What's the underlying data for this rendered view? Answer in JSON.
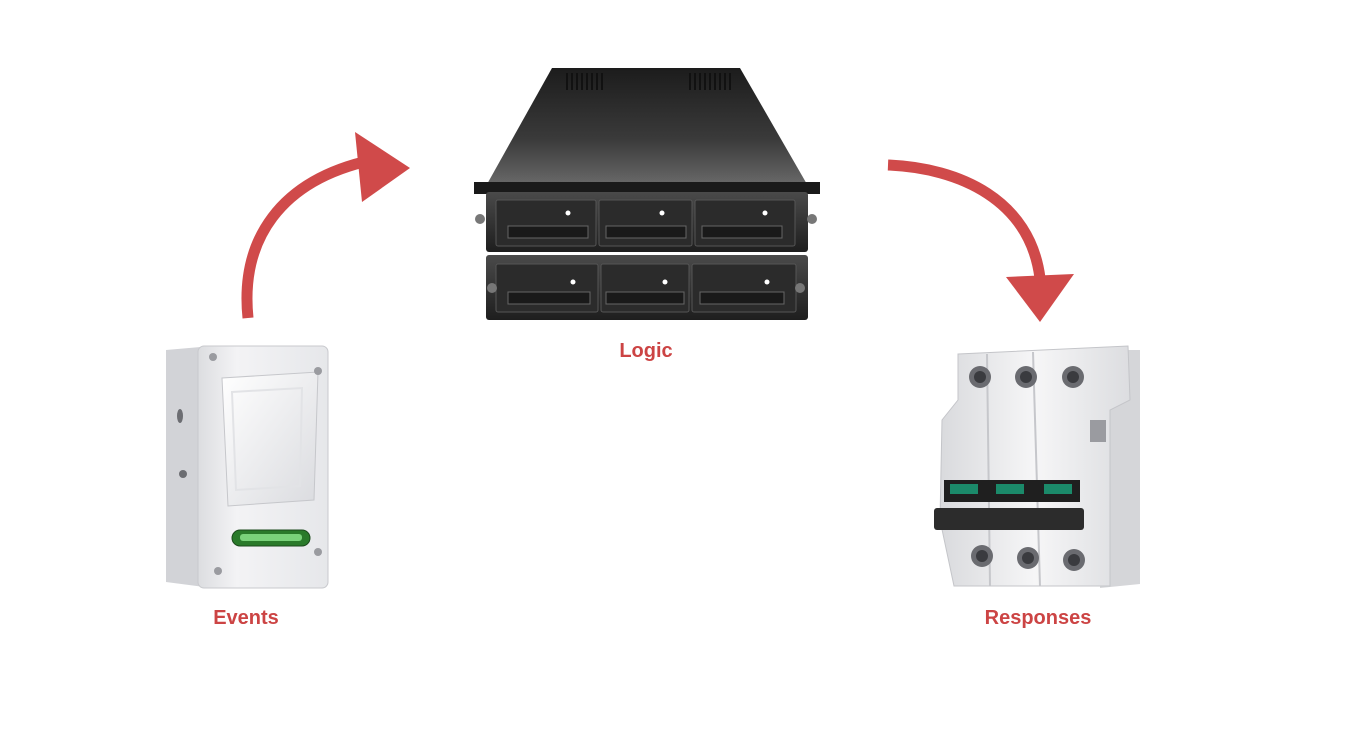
{
  "colors": {
    "accent": "#d04a4a",
    "label": "#cc4444"
  },
  "nodes": {
    "events": {
      "label": "Events",
      "icon": "motion-sensor-icon"
    },
    "logic": {
      "label": "Logic",
      "icon": "server-rack-icon"
    },
    "responses": {
      "label": "Responses",
      "icon": "circuit-breaker-icon"
    }
  },
  "edges": [
    {
      "from": "Events",
      "to": "Logic"
    },
    {
      "from": "Logic",
      "to": "Responses"
    }
  ]
}
